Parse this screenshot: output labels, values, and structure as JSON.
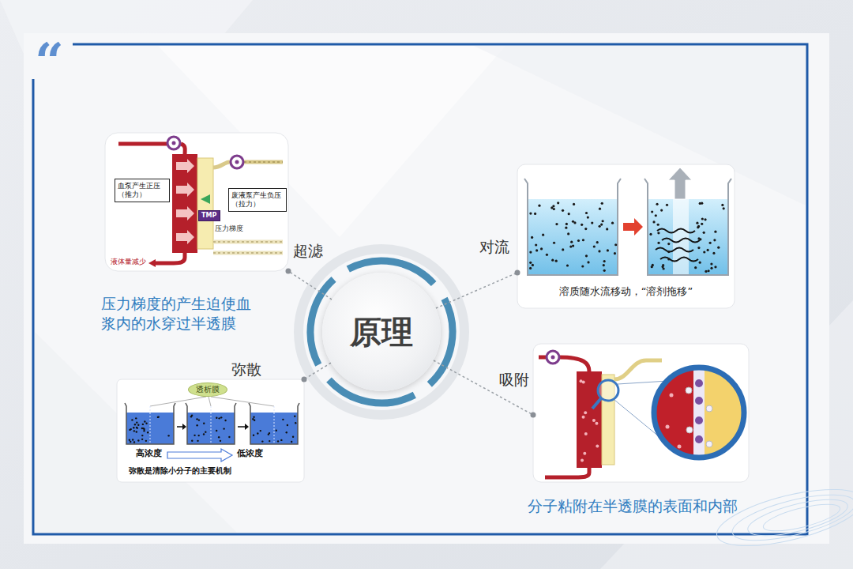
{
  "diagram": {
    "nodes": [
      {
        "text": [
          "原理"
        ]
      },
      {
        "text": [
          "超滤",
          "压力梯度的产生迫使血 浆内的水穿过半透膜"
        ]
      },
      {
        "text": [
          "血泵产生正压 （推力）"
        ],
        "in": 1
      },
      {
        "text": [
          "废液泵产生负压 （拉力）"
        ],
        "in": 1
      },
      {
        "text": [
          "TMP"
        ],
        "in": 1
      },
      {
        "text": [
          "对流",
          "溶质随水流移动，“溶剂拖移”"
        ]
      },
      {
        "text": [
          "弥散"
        ]
      },
      {
        "text": [
          "透析膜"
        ],
        "in": 6
      },
      {
        "text": [
          "吸附",
          "分子粘附在半透膜的表面和内部"
        ]
      }
    ],
    "edges": [
      {
        "from": 0,
        "to": 1,
        "arrow": "none"
      },
      {
        "from": 0,
        "to": 5,
        "arrow": "none"
      },
      {
        "from": 0,
        "to": 6,
        "arrow": "none"
      },
      {
        "from": 0,
        "to": 8,
        "arrow": "none"
      }
    ],
    "labels": [
      "“",
      "压力梯度",
      "液体量减少",
      "高浓度",
      "低浓度",
      "弥散是清除小分子的主要机制"
    ]
  }
}
